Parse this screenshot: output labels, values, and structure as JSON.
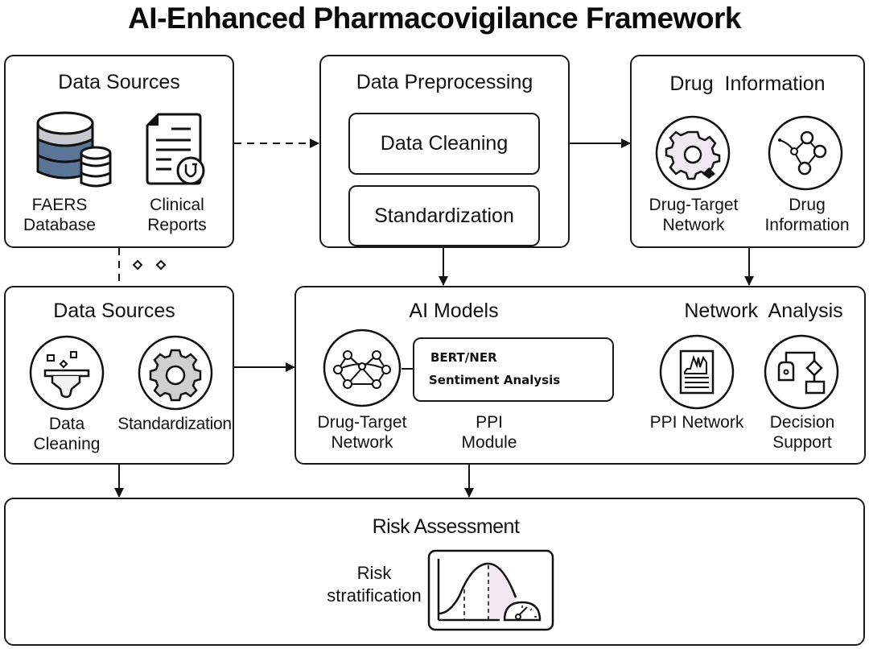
{
  "title": "AI-Enhanced Pharmacovigilance Framework",
  "boxes": {
    "data_sources_top": {
      "title": "Data Sources",
      "items": [
        {
          "icon": "database-icon",
          "label_line1": "FAERS",
          "label_line2": "Database"
        },
        {
          "icon": "clinical-report-icon",
          "label_line1": "Clinical",
          "label_line2": "Reports"
        }
      ]
    },
    "data_preprocessing": {
      "title": "Data Preprocessing",
      "steps": [
        "Data Cleaning",
        "Standardization"
      ]
    },
    "drug_information": {
      "title": "Drug  Information",
      "items": [
        {
          "icon": "gear-target-icon",
          "label_line1": "Drug-Target",
          "label_line2": "Network"
        },
        {
          "icon": "network-graph-icon",
          "label_line1": "Drug",
          "label_line2": "Information"
        }
      ]
    },
    "data_sources_bottom": {
      "title": "Data Sources",
      "items": [
        {
          "icon": "filter-funnel-icon",
          "label_line1": "Data",
          "label_line2": "Cleaning"
        },
        {
          "icon": "gear-icon",
          "label_line1": "Standardization",
          "label_line2": ""
        }
      ]
    },
    "ai_models": {
      "title": "AI Models",
      "network_label_line1": "Drug-Target",
      "network_label_line2": "Network",
      "model_lines": [
        "BERT/NER",
        "Sentiment Analysis"
      ],
      "module_label_line1": "PPI",
      "module_label_line2": "Module",
      "section2_title": "Network  Analysis",
      "items": [
        {
          "icon": "ppi-chart-icon",
          "label_line1": "PPI Network",
          "label_line2": ""
        },
        {
          "icon": "decision-flowchart-icon",
          "label_line1": "Decision",
          "label_line2": "Support"
        }
      ]
    },
    "risk_assessment": {
      "title": "Risk Assessment",
      "label_line1": "Risk",
      "label_line2": "stratification",
      "icon": "risk-distribution-gauge-icon"
    }
  },
  "connectors": [
    {
      "from": "Data Sources",
      "to": "Data Preprocessing",
      "style": "dashed"
    },
    {
      "from": "Data Preprocessing",
      "to": "Drug Information",
      "style": "solid"
    },
    {
      "from": "Data Preprocessing",
      "to": "AI Models",
      "style": "solid"
    },
    {
      "from": "Drug Information",
      "to": "Network Analysis",
      "style": "solid"
    },
    {
      "from": "Data Sources",
      "to": "Data Sources (lower)",
      "style": "dashed"
    },
    {
      "from": "Data Sources (lower)",
      "to": "AI Models",
      "style": "solid"
    },
    {
      "from": "Data Sources (lower)",
      "to": "Risk Assessment",
      "style": "solid"
    },
    {
      "from": "AI Models",
      "to": "Risk Assessment",
      "style": "solid"
    }
  ],
  "colors": {
    "stroke": "#1a1a1a",
    "db_light": "#c7c9d1",
    "db_blue": "#5b7596",
    "gear_fill": "#cfcfcf",
    "gear_light": "#eeeaee",
    "curve_shade": "#f3e9f0"
  }
}
